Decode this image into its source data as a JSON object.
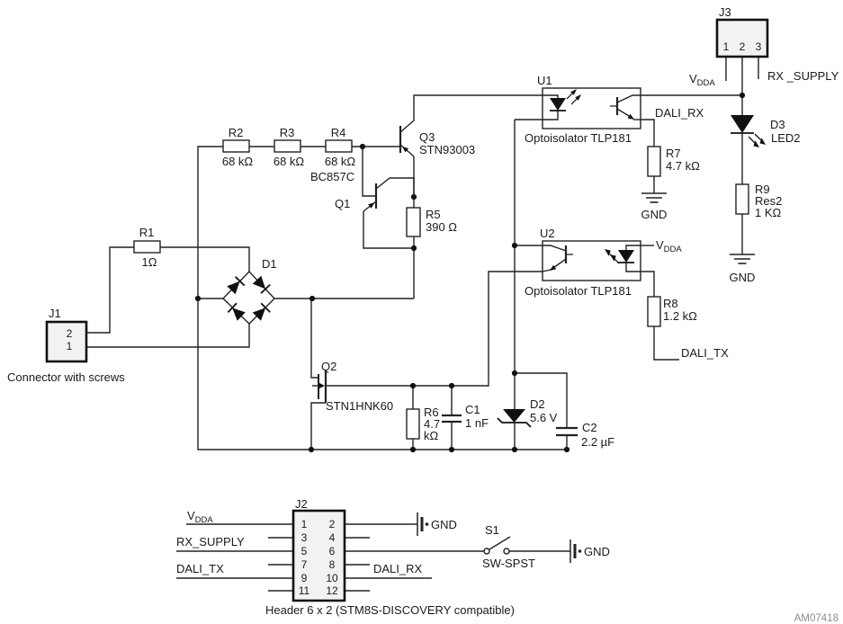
{
  "nets": {
    "vdda_main": "V",
    "vdda_sub": "DDA",
    "rx_supply_top": "RX _SUPPLY",
    "rx_supply": "RX_SUPPLY",
    "dali_rx": "DALI_RX",
    "dali_tx": "DALI_TX",
    "gnd": "GND"
  },
  "components": {
    "j1": {
      "ref": "J1",
      "pin_top": "2",
      "pin_bottom": "1",
      "desc": "Connector with screws"
    },
    "j2": {
      "ref": "J2",
      "pins_left": [
        "1",
        "3",
        "5",
        "7",
        "9",
        "11"
      ],
      "pins_right": [
        "2",
        "4",
        "6",
        "8",
        "10",
        "12"
      ],
      "caption": "Header  6 x 2 (STM8S-DISCOVERY compatible)"
    },
    "j3": {
      "ref": "J3",
      "pins": [
        "1",
        "2",
        "3"
      ]
    },
    "r1": {
      "ref": "R1",
      "value": "1Ω"
    },
    "r2": {
      "ref": "R2",
      "value": "68 kΩ"
    },
    "r3": {
      "ref": "R3",
      "value": "68 kΩ"
    },
    "r4": {
      "ref": "R4",
      "value": "68 kΩ"
    },
    "r5": {
      "ref": "R5",
      "value": "390 Ω"
    },
    "r6": {
      "ref": "R6",
      "value_line1": "4.7",
      "value_line2": "kΩ"
    },
    "r7": {
      "ref": "R7",
      "value": "4.7 kΩ"
    },
    "r8": {
      "ref": "R8",
      "value": "1.2 kΩ"
    },
    "r9": {
      "ref": "R9",
      "type": "Res2",
      "value": "1 KΩ"
    },
    "q1": {
      "ref": "Q1",
      "part": "BC857C"
    },
    "q2": {
      "ref": "Q2",
      "part": "STN1HNK60"
    },
    "q3": {
      "ref": "Q3",
      "part": "STN93003"
    },
    "u1": {
      "ref": "U1",
      "desc": "Optoisolator TLP181"
    },
    "u2": {
      "ref": "U2",
      "desc": "Optoisolator TLP181"
    },
    "c1": {
      "ref": "C1",
      "value": "1 nF"
    },
    "c2": {
      "ref": "C2",
      "value": "2.2 µF"
    },
    "d1": {
      "ref": "D1"
    },
    "d2": {
      "ref": "D2",
      "value": "5.6 V"
    },
    "d3": {
      "ref": "D3",
      "value": "LED2"
    },
    "s1": {
      "ref": "S1",
      "part": "SW-SPST"
    }
  },
  "figure_id": "AM07418",
  "colors": {
    "line": "#222222",
    "text": "#1a1a1a",
    "connector_fill": "#f2f2f2",
    "figure_id_gray": "#8c8c8c",
    "background": "#ffffff"
  }
}
